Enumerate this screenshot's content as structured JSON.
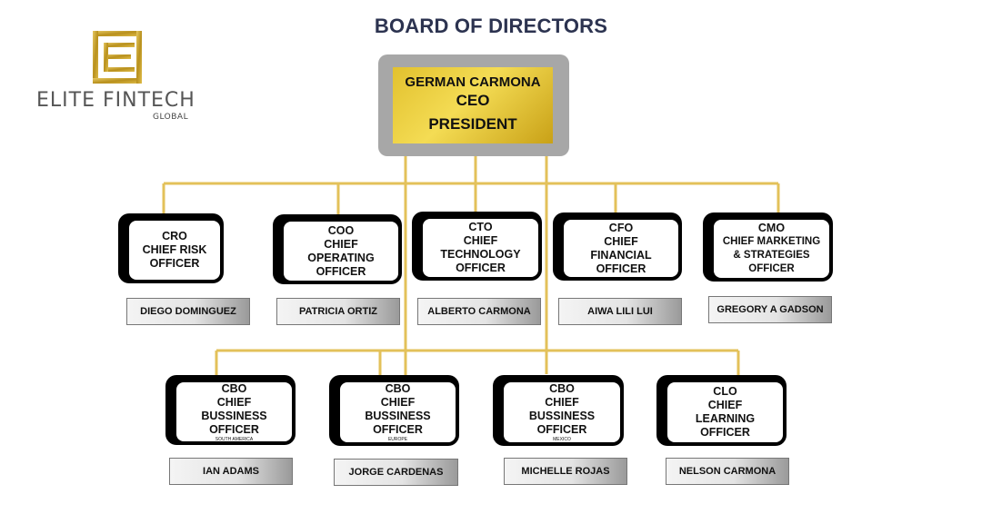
{
  "title": "BOARD OF DIRECTORS",
  "logo": {
    "text": "ELITE FINTECH",
    "sub": "GLOBAL",
    "colors": {
      "gold": "#c9a227",
      "text": "#555555"
    }
  },
  "ceo": {
    "name": "GERMAN CARMONA",
    "role": "CEO",
    "title": "PRESIDENT"
  },
  "colors": {
    "line": "#e3c15a",
    "ceo_gold": "#e8c83a",
    "frame": "#a7a7a7",
    "title": "#2c3350"
  },
  "row1": [
    {
      "abbr": "CRO",
      "title": "CHIEF RISK OFFICER",
      "name": "DIEGO DOMINGUEZ"
    },
    {
      "abbr": "COO",
      "title": "CHIEF OPERATING OFFICER",
      "name": "PATRICIA ORTIZ"
    },
    {
      "abbr": "CTO",
      "title": "CHIEF TECHNOLOGY OFFICER",
      "name": "ALBERTO CARMONA"
    },
    {
      "abbr": "CFO",
      "title": "CHIEF FINANCIAL OFFICER",
      "name": "AIWA LILI LUI"
    },
    {
      "abbr": "CMO",
      "title": "CHIEF MARKETING & STRATEGIES OFFICER",
      "name": "GREGORY A GADSON"
    }
  ],
  "row2": [
    {
      "abbr": "CBO",
      "title": "CHIEF BUSSINESS OFFICER",
      "region": "SOUTH AMERICA",
      "name": "IAN ADAMS"
    },
    {
      "abbr": "CBO",
      "title": "CHIEF BUSSINESS OFFICER",
      "region": "EUROPE",
      "name": "JORGE CARDENAS"
    },
    {
      "abbr": "CBO",
      "title": "CHIEF BUSSINESS OFFICER",
      "region": "MEXICO",
      "name": "MICHELLE ROJAS"
    },
    {
      "abbr": "CLO",
      "title": "CHIEF LEARNING OFFICER",
      "name": "NELSON CARMONA"
    }
  ]
}
